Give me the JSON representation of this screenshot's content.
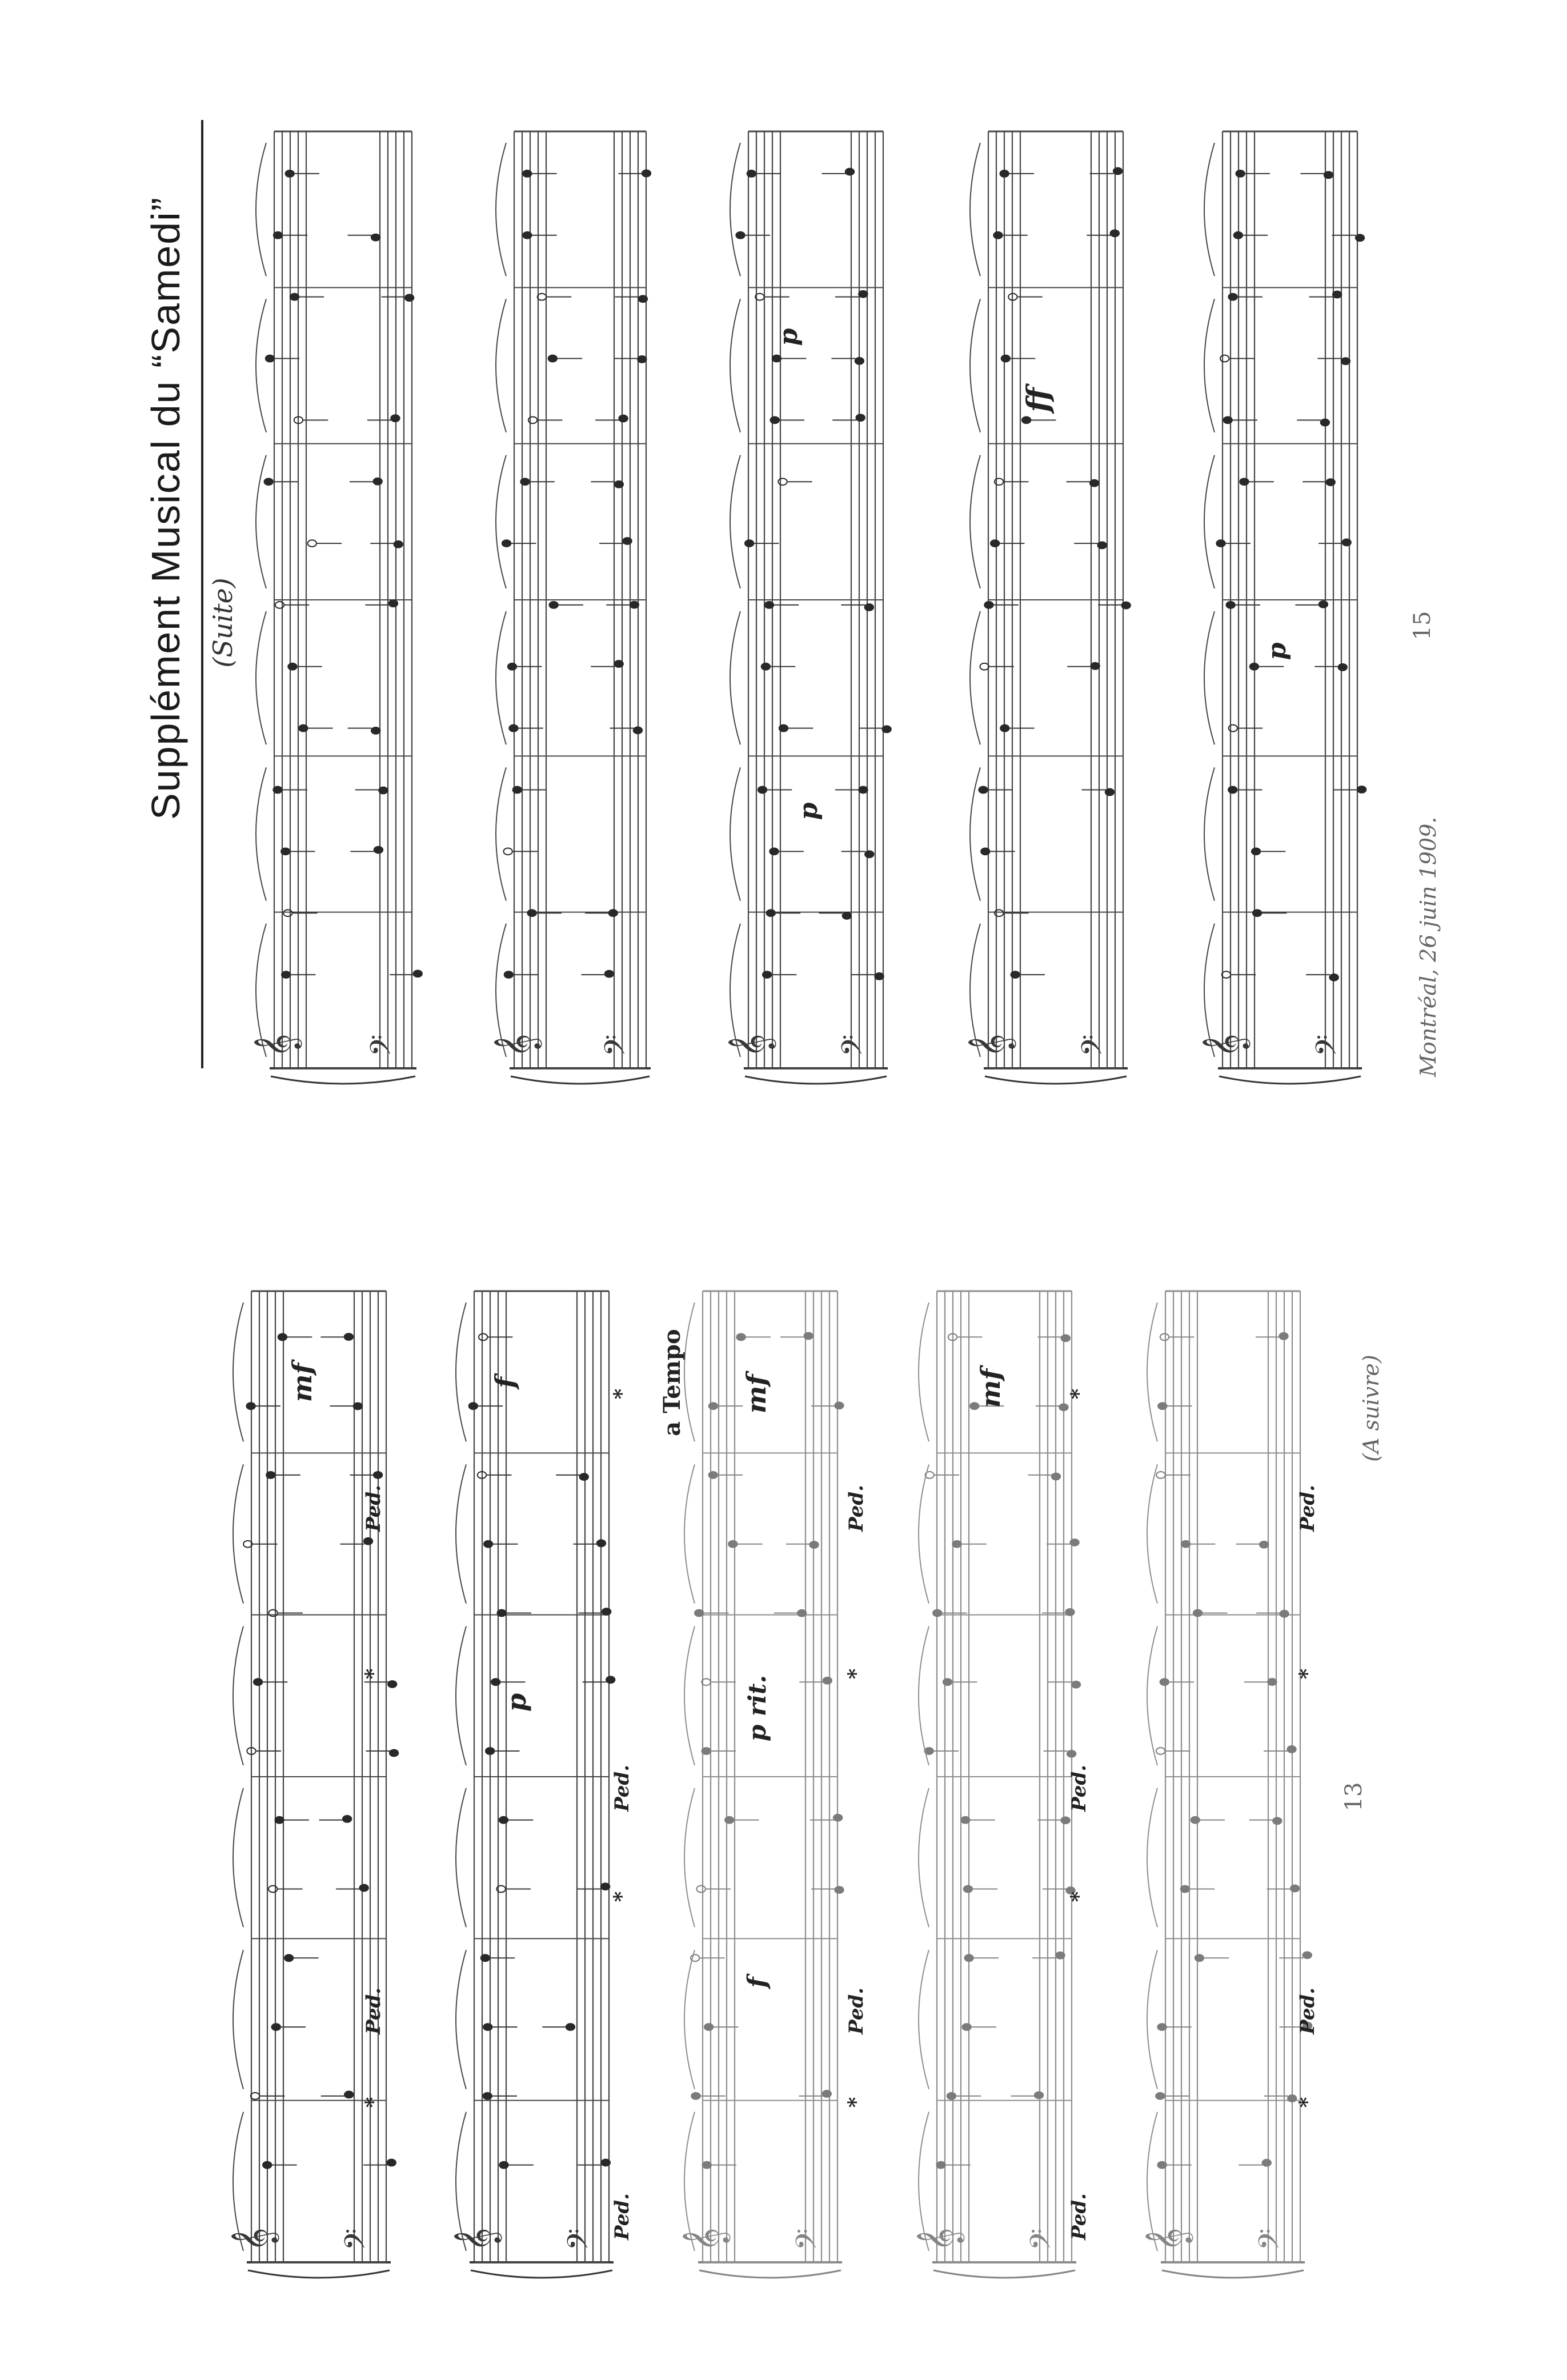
{
  "header": {
    "title": "Supplément Musical du “Samedi”",
    "subtitle": "(Suite)"
  },
  "footer": {
    "publisher": "Montréal, 26 juin 1909.",
    "page_left": "13",
    "page_right": "15",
    "continuation": "(A suivre)"
  },
  "markings": {
    "tempo": "a Tempo",
    "mf": "mf",
    "ff": "ff",
    "f": "f",
    "p": "p",
    "rit": "p rit.",
    "ped": "Ped.",
    "release": "*"
  }
}
